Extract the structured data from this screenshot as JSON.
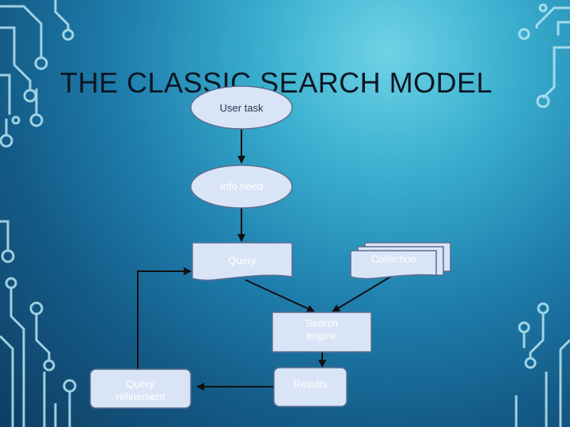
{
  "slide": {
    "title": "THE CLASSIC SEARCH MODEL"
  },
  "diagram": {
    "nodes": [
      {
        "id": "user-task",
        "shape": "ellipse",
        "label": "User task"
      },
      {
        "id": "info-need",
        "shape": "ellipse",
        "label": "Info need"
      },
      {
        "id": "query",
        "shape": "document",
        "label": "Query"
      },
      {
        "id": "collection",
        "shape": "stacked-documents",
        "label": "Collection"
      },
      {
        "id": "search-engine",
        "shape": "rectangle",
        "label": "Search\nengine"
      },
      {
        "id": "results",
        "shape": "rounded-rectangle",
        "label": "Results"
      },
      {
        "id": "query-refinement",
        "shape": "rounded-rectangle",
        "label": "Query\nrefinement"
      }
    ],
    "edges": [
      {
        "from": "user-task",
        "to": "info-need"
      },
      {
        "from": "info-need",
        "to": "query"
      },
      {
        "from": "query",
        "to": "search-engine"
      },
      {
        "from": "collection",
        "to": "search-engine"
      },
      {
        "from": "search-engine",
        "to": "results"
      },
      {
        "from": "results",
        "to": "query-refinement"
      },
      {
        "from": "query-refinement",
        "to": "query"
      }
    ],
    "colors": {
      "node_fill": "#d9e4f6",
      "node_stroke": "#5a6f8f",
      "arrow": "#111111",
      "label": "#ffffff"
    }
  }
}
